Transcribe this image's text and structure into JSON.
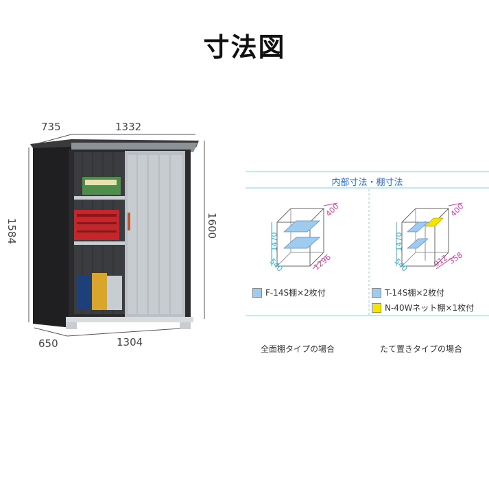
{
  "title": "寸法図",
  "shed": {
    "depth_top": "735",
    "width_top": "1332",
    "height_left": "1584",
    "height_right": "1600",
    "depth_bottom": "650",
    "width_bottom": "1304"
  },
  "panel": {
    "title": "内部寸法・棚寸法",
    "left": {
      "height": "1470",
      "depth": "540",
      "width": "1296",
      "shelf_depth": "400",
      "legend": [
        {
          "label": "F-14S棚×2枚付",
          "color": "#9fcbef"
        }
      ],
      "caption": "全面棚タイプの場合"
    },
    "right": {
      "height": "1470",
      "depth": "540",
      "width_a": "912",
      "width_b": "358",
      "shelf_depth": "400",
      "legend": [
        {
          "label": "T-14S棚×2枚付",
          "color": "#9fcbef"
        },
        {
          "label": "N-40Wネット棚×1枚付",
          "color": "#f4e500"
        }
      ],
      "caption": "たて置きタイプの場合"
    }
  },
  "colors": {
    "accent_blue": "#2a6bd6",
    "teal_dim": "#3aaec9",
    "magenta_dim": "#d63fa6",
    "shed_body": "#2b2b2d",
    "door": "#b9bfc4"
  }
}
